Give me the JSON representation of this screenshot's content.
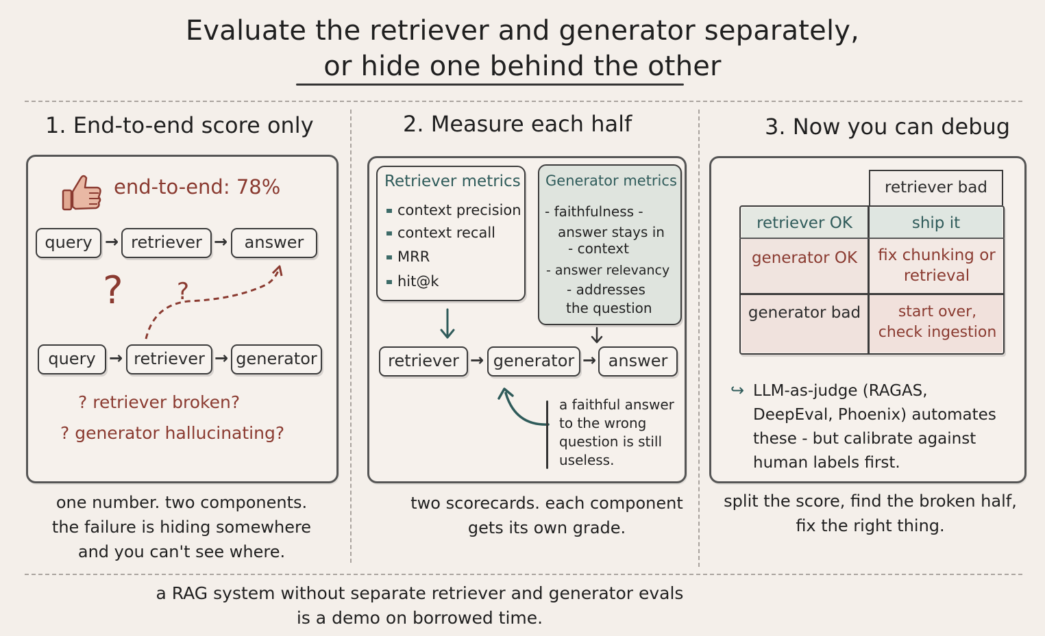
{
  "title": {
    "line1": "Evaluate the retriever and generator separately,",
    "line2": "or hide one behind the other"
  },
  "col1": {
    "heading": "1. End-to-end score only",
    "score": "end-to-end: 78%",
    "row1": [
      "query",
      "retriever",
      "answer"
    ],
    "row2": [
      "query",
      "retriever",
      "generator"
    ],
    "q1": "? retriever broken?",
    "q2": "? generator hallucinating?",
    "caption": [
      "one number. two components.",
      "the failure is hiding somewhere",
      "and you can't see where."
    ]
  },
  "col2": {
    "heading": "2. Measure each half",
    "retriever_metrics": {
      "title": "Retriever metrics",
      "items": [
        "context precision",
        "context recall",
        "MRR",
        "hit@k"
      ]
    },
    "generator_metrics": {
      "title": "Generator metrics",
      "lines": [
        "- faithfulness -",
        "answer stays in",
        "- context",
        "- answer relevancy",
        "- addresses",
        "the question"
      ]
    },
    "pipeline": [
      "retriever",
      "generator",
      "answer"
    ],
    "note": [
      "a faithful answer",
      "to the wrong",
      "question is still",
      "useless."
    ],
    "caption": [
      "two scorecards. each component",
      "gets its own grade."
    ]
  },
  "col3": {
    "heading": "3. Now you can debug",
    "col_header": "retriever bad",
    "row_retriever_ok": "retriever OK",
    "ship_it": "ship it",
    "row_generator_ok": "generator OK",
    "fix": "fix chunking or retrieval",
    "row_generator_bad": "generator bad",
    "start": "start over, check ingestion",
    "llm": [
      "LLM-as-judge (RAGAS,",
      "DeepEval, Phoenix) automates",
      "these - but calibrate against",
      "human labels first."
    ],
    "caption": [
      "split the score, find the broken half,",
      "fix the right thing."
    ]
  },
  "footer": {
    "line1": "a RAG system without separate retriever and generator evals",
    "line2": "is a demo on borrowed time."
  },
  "colors": {
    "red": "#8a3a30",
    "teal": "#2f5b5a",
    "ink": "#2b2b2b",
    "paper": "#f4efea"
  }
}
